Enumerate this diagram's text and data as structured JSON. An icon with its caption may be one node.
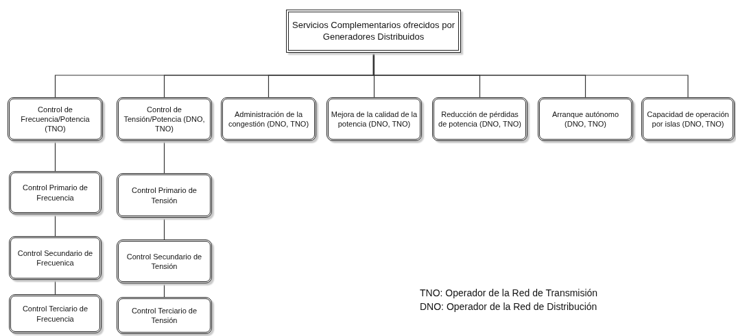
{
  "diagram": {
    "nodes": [
      {
        "text": [
          "Servicios Complementarios ofrecidos por Generadores Distribuidos"
        ]
      },
      {
        "text": [
          "Control de Frecuencia/Potencia (TNO)"
        ]
      },
      {
        "text": [
          "Control de Tensión/Potencia (DNO, TNO)"
        ]
      },
      {
        "text": [
          "Administración de la congestión (DNO, TNO)"
        ]
      },
      {
        "text": [
          "Mejora de la calidad de la potencia (DNO, TNO)"
        ]
      },
      {
        "text": [
          "Reducción de pérdidas de potencia (DNO, TNO)"
        ]
      },
      {
        "text": [
          "Arranque autónomo (DNO, TNO)"
        ]
      },
      {
        "text": [
          "Capacidad de operación por islas (DNO, TNO)"
        ]
      },
      {
        "text": [
          "Control Primario de Frecuencia"
        ]
      },
      {
        "text": [
          "Control Secundario de Frecuenica"
        ]
      },
      {
        "text": [
          "Control Terciario de Frecuencia"
        ]
      },
      {
        "text": [
          "Control Primario de Tensión"
        ]
      },
      {
        "text": [
          "Control Secundario de Tensión"
        ]
      },
      {
        "text": [
          "Control Terciario de Tensión"
        ]
      }
    ],
    "edges": [
      {
        "from": 0,
        "to": 1,
        "arrow": "none"
      },
      {
        "from": 0,
        "to": 2,
        "arrow": "none"
      },
      {
        "from": 0,
        "to": 3,
        "arrow": "none"
      },
      {
        "from": 0,
        "to": 4,
        "arrow": "none"
      },
      {
        "from": 0,
        "to": 5,
        "arrow": "none"
      },
      {
        "from": 0,
        "to": 6,
        "arrow": "none"
      },
      {
        "from": 0,
        "to": 7,
        "arrow": "none"
      },
      {
        "from": 1,
        "to": 8,
        "arrow": "none"
      },
      {
        "from": 8,
        "to": 9,
        "arrow": "none"
      },
      {
        "from": 9,
        "to": 10,
        "arrow": "none"
      },
      {
        "from": 2,
        "to": 11,
        "arrow": "none"
      },
      {
        "from": 11,
        "to": 12,
        "arrow": "none"
      },
      {
        "from": 12,
        "to": 13,
        "arrow": "none"
      }
    ],
    "labels": [
      "TNO: Operador de la Red de Transmisión",
      "DNO: Operador de la Red de Distribución"
    ]
  }
}
